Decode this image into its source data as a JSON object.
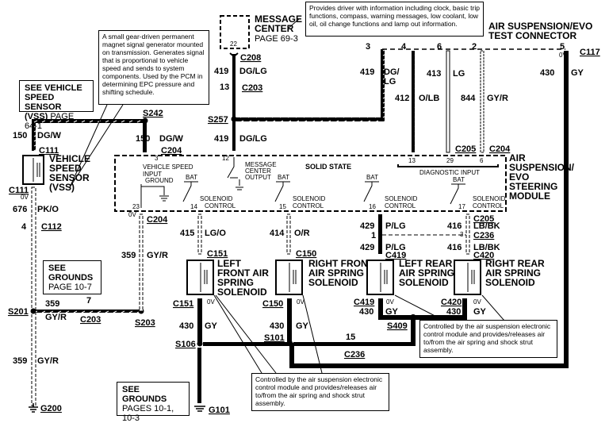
{
  "components": {
    "message_center": {
      "name": "MESSAGE CENTER",
      "line1": "MESSAGE",
      "line2": "CENTER",
      "page": "PAGE 69-3",
      "pin": "22"
    },
    "test_connector": {
      "line1": "AIR SUSPENSION/EVO",
      "line2": "TEST   CONNECTOR",
      "connector": "C117"
    },
    "vss": {
      "line1": "VEHICLE",
      "line2": "SPEED",
      "line3": "SENSOR",
      "line4": "(VSS)"
    },
    "module": {
      "line1": "AIR",
      "line2": "SUSPENSION/",
      "line3": "EVO",
      "line4": "STEERING",
      "line5": "MODULE",
      "internal_label": "SOLID STATE",
      "vs_input": "VEHICLE SPEED",
      "input_ground_1": "INPUT",
      "input_ground_2": "GROUND",
      "mc_output_1": "MESSAGE",
      "mc_output_2": "CENTER",
      "mc_output_3": "OUTPUT",
      "bat": "BAT",
      "sol_1": "SOLENOID",
      "sol_2": "CONTROL",
      "diag": "DIAGNOSTIC INPUT"
    },
    "lf": {
      "line1": "LEFT",
      "line2": "FRONT  AIR",
      "line3": "SPRING",
      "line4": "SOLENOID"
    },
    "rf": {
      "line1": "RIGHT  FRONT",
      "line2": "AIR  SPRING",
      "line3": "SOLENOID"
    },
    "lr": {
      "line1": "LEFT   REAR",
      "line2": "AIR  SPRING",
      "line3": "SOLENOID"
    },
    "rr": {
      "line1": "RIGHT  REAR",
      "line2": "AIR  SPRING",
      "line3": "SOLENOID"
    }
  },
  "notes": {
    "vss_desc": "A small gear-driven permanent magnet signal generator mounted on transmission. Generates signal that is proportional to vehicle speed and sends to system components. Used by the PCM in determining EPC pressure and shifting schedule.",
    "mc_desc": "Provides driver with information including clock, basic trip functions, compass, warning messages, low coolant, low oil, oil change functions and lamp out information.",
    "solenoid_desc_right": "Controlled by the air suspension electronic control module and provides/releases air to/from the air spring and shock strut assembly.",
    "solenoid_desc_bottom": "Controlled by the air suspension electronic control module and provides/releases air to/from the air spring and shock strut assembly."
  },
  "references": {
    "vss": {
      "head1": "SEE  VEHICLE",
      "head2": "SPEED  SENSOR",
      "head3": "(VSS)",
      "page": "PAGE 64-1"
    },
    "grounds1": {
      "head1": "SEE",
      "head2": "GROUNDS",
      "page": "PAGE 10-7"
    },
    "grounds2": {
      "head1": "SEE  GROUNDS",
      "page1": "PAGES 10-1,",
      "page2": "10-3"
    }
  },
  "circuits": {
    "c150": "150",
    "c419": "419",
    "c412": "412",
    "c413": "413",
    "c844": "844",
    "c430": "430",
    "c676": "676",
    "c359": "359",
    "c415": "415",
    "c414": "414",
    "c429": "429",
    "c416": "416"
  },
  "colors": {
    "dgw": "DG/W",
    "dglg": "DG/LG",
    "dg": "DG/",
    "lg_part": "LG",
    "olb": "O/LB",
    "lg": "LG",
    "gyr": "GY/R",
    "gy": "GY",
    "pko": "PK/O",
    "lgo": "LG/O",
    "or": "O/R",
    "plg": "P/LG",
    "lbbk": "LB/BK"
  },
  "connectors": {
    "c208": "C208",
    "c203": "C203",
    "c117": "C117",
    "c111": "C111",
    "c204": "C204",
    "c205": "C205",
    "c112": "C112",
    "c151": "C151",
    "c150": "C150",
    "c419": "C419",
    "c420": "C420",
    "c236": "C236"
  },
  "splices": {
    "s242": "S242",
    "s257": "S257",
    "s201": "S201",
    "s203": "S203",
    "s106": "S106",
    "s101": "S101",
    "s409": "S409"
  },
  "grounds": {
    "g200": "G200",
    "g101": "G101"
  },
  "pins": {
    "p3": "3",
    "p4": "4",
    "p6": "6",
    "p2": "2",
    "p5": "5",
    "p13": "13",
    "p29": "29",
    "p6b": "6",
    "p12": "12",
    "p3b": "3",
    "p23": "23",
    "p14": "14",
    "p15": "15",
    "p16": "16",
    "p17": "17",
    "p4b": "4",
    "p7": "7",
    "p1": "1",
    "p3c": "3",
    "p15b": "15",
    "ov": "0V"
  }
}
